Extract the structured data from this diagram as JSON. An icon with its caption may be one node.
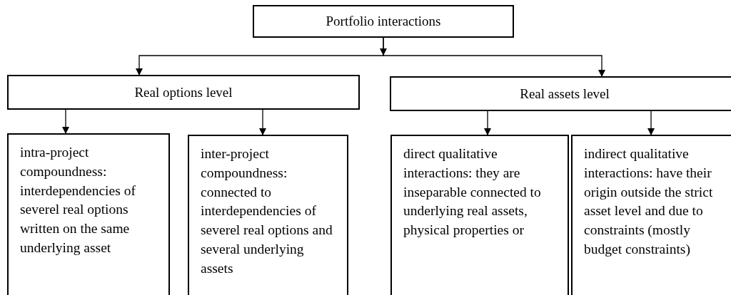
{
  "diagram": {
    "nodes": [
      {
        "text": [
          "Portfolio interactions"
        ]
      },
      {
        "text": [
          "Real options level"
        ]
      },
      {
        "text": [
          "Real assets level"
        ]
      },
      {
        "text": [
          "intra-project compoundness: interdependencies of severel real options written on the same underlying asset"
        ]
      },
      {
        "text": [
          "inter-project compoundness: connected to interdependencies of severel real options and several underlying assets"
        ]
      },
      {
        "text": [
          "direct qualitative interactions: they are inseparable connected to underlying real assets, physical properties or"
        ]
      },
      {
        "text": [
          "indirect qualitative interactions: have their origin outside the strict asset level and due to constraints (mostly budget constraints)"
        ]
      }
    ],
    "edges": [
      {
        "from": 0,
        "to": 1,
        "arrow": "to"
      },
      {
        "from": 0,
        "to": 2,
        "arrow": "to"
      },
      {
        "from": 1,
        "to": 3,
        "arrow": "to"
      },
      {
        "from": 1,
        "to": 4,
        "arrow": "to"
      },
      {
        "from": 2,
        "to": 5,
        "arrow": "to"
      },
      {
        "from": 2,
        "to": 6,
        "arrow": "to"
      }
    ]
  }
}
